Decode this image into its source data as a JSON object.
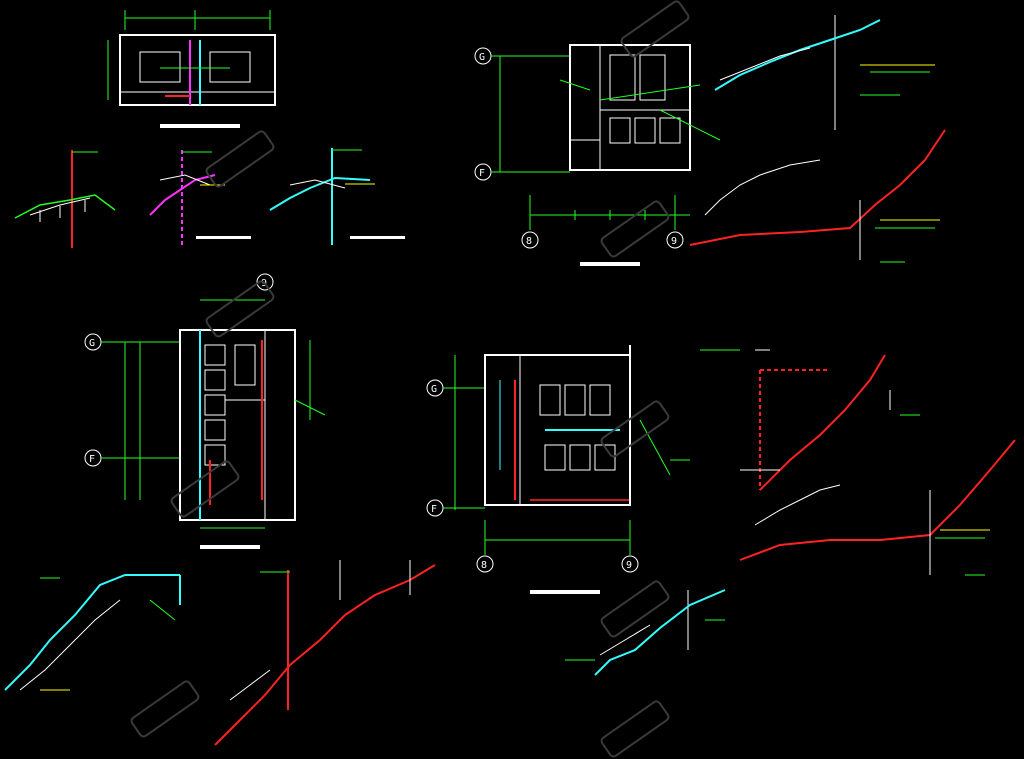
{
  "drawing": {
    "background": "#000000",
    "palette": {
      "wall": "#ffffff",
      "dimension": "#22ff22",
      "cold_water": "#33ffff",
      "hot_water": "#ff2222",
      "drain": "#ff33ff",
      "note": "#ffff00"
    },
    "axis_markers": [
      "G",
      "F",
      "8",
      "9",
      "G",
      "F",
      "9",
      "G",
      "F",
      "8",
      "9"
    ],
    "plan_titles": [
      "",
      "",
      "",
      ""
    ],
    "watermark_icon": "logo-watermark-icon"
  }
}
